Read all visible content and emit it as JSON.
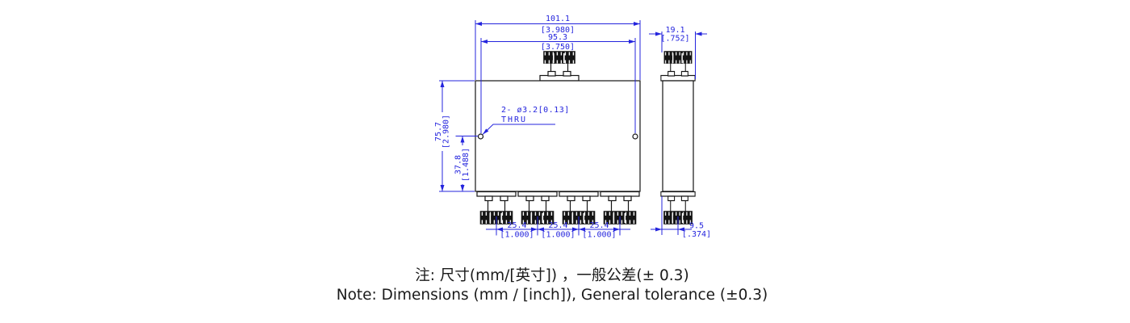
{
  "drawing_type": "mechanical dimension drawing, 4-way power divider with N-type connectors, front and side views",
  "dims": {
    "overall_width": {
      "mm": "101.1",
      "inch": "[3.980]"
    },
    "mount_hole_spacing": {
      "mm": "95.3",
      "inch": "[3.750]"
    },
    "body_height": {
      "mm": "75.7",
      "inch": "[2.980]"
    },
    "mount_hole_height": {
      "mm": "37.8",
      "inch": "[1.488]"
    },
    "port_pitch": [
      {
        "mm": "25.4",
        "inch": "[1.000]"
      },
      {
        "mm": "25.4",
        "inch": "[1.000]"
      },
      {
        "mm": "25.4",
        "inch": "[1.000]"
      }
    ],
    "side_width": {
      "mm": "19.1",
      "inch": "[.752]"
    },
    "side_port_offset": {
      "mm": "9.5",
      "inch": "[.374]"
    },
    "mount_hole_callout": {
      "line1": "2- ø3.2[0.13]",
      "line2": "THRU"
    }
  },
  "notes": {
    "cn": "注: 尺寸(mm/[英寸]) ，一般公差(± 0.3)",
    "en": "Note: Dimensions (mm / [inch]), General tolerance (±0.3)"
  },
  "colors": {
    "dimension_blue": "#2424dd",
    "outline_black": "#141414",
    "note_text": "#1a1a1a",
    "background": "#ffffff"
  }
}
